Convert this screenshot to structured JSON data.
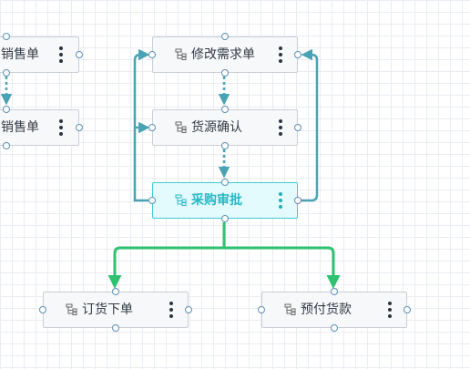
{
  "colors": {
    "edge_primary": "#4aa3b5",
    "edge_branch": "#2ec270",
    "node_border": "#c9ced6",
    "selected_fill": "#e3fbfd",
    "selected_text": "#27b7c4"
  },
  "nodes": {
    "left_top": {
      "label": "销售单",
      "icon": "flow-node-icon"
    },
    "left_bottom": {
      "label": "销售单",
      "icon": "flow-node-icon"
    },
    "modify": {
      "label": "修改需求单",
      "icon": "flow-node-icon"
    },
    "confirm": {
      "label": "货源确认",
      "icon": "flow-node-icon"
    },
    "approve": {
      "label": "采购审批",
      "icon": "flow-node-icon"
    },
    "order": {
      "label": "订货下单",
      "icon": "flow-node-icon"
    },
    "prepay": {
      "label": "预付货款",
      "icon": "flow-node-icon"
    }
  }
}
